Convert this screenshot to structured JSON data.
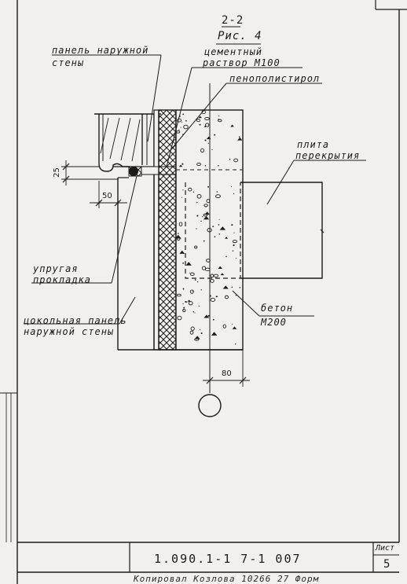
{
  "drawing": {
    "section_label": "2-2",
    "figure_label": "Рис. 4",
    "labels": {
      "outer_wall_panel": [
        "панель наружной",
        "стены"
      ],
      "cement_mortar": [
        "цементный",
        "раствор М100"
      ],
      "polystyrene_foam": "пенополистирол",
      "floor_slab": [
        "плита",
        "перекрытия"
      ],
      "elastic_gasket": [
        "упругая",
        "прокладка"
      ],
      "plinth_panel": [
        "цокольная панель",
        "наружной стены"
      ],
      "concrete": [
        "бетон",
        "М200"
      ]
    },
    "dimensions": {
      "d25": "25",
      "d50": "50",
      "d80": "80"
    }
  },
  "title_block": {
    "document_code": "1.090.1-1  7-1  007",
    "sheet_label": "Лист",
    "sheet_number": "5",
    "bottom_strip": "Копировал   Козлова   10266  27   Форм"
  },
  "colors": {
    "ink": "#1b1b1b",
    "paper": "#f1f0ec"
  }
}
